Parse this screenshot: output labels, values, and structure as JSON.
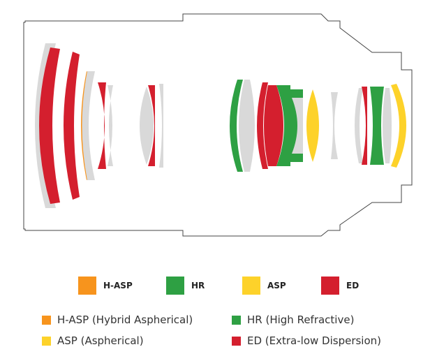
{
  "colors": {
    "h_asp": "#f7941d",
    "hr": "#2ea043",
    "asp": "#fdd22a",
    "ed": "#d41f2e",
    "plain": "#d9d9d9",
    "outline": "#444444"
  },
  "chip_legend": [
    {
      "key": "h_asp",
      "label": "H-ASP"
    },
    {
      "key": "hr",
      "label": "HR"
    },
    {
      "key": "asp",
      "label": "ASP"
    },
    {
      "key": "ed",
      "label": "ED"
    }
  ],
  "full_legend": [
    {
      "key": "h_asp",
      "label": "H-ASP (Hybrid Aspherical)"
    },
    {
      "key": "hr",
      "label": "HR (High Refractive)"
    },
    {
      "key": "asp",
      "label": "ASP (Aspherical)"
    },
    {
      "key": "ed",
      "label": "ED (Extra-low Dispersion)"
    }
  ]
}
